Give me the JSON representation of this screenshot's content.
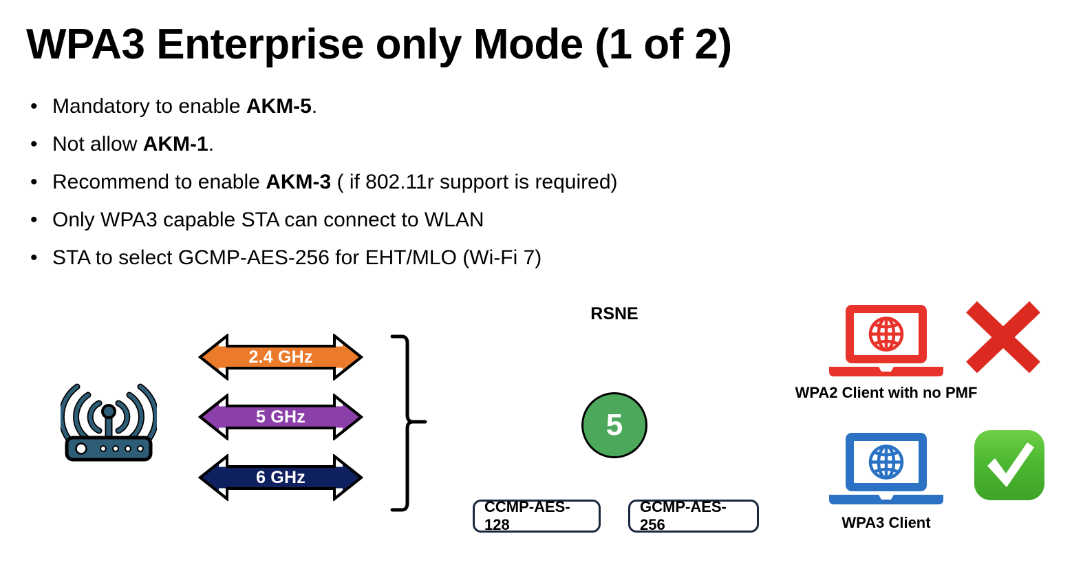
{
  "slide": {
    "title": "WPA3 Enterprise only Mode (1 of 2)",
    "bullet_marker": "•"
  },
  "bullets": [
    {
      "pre": "Mandatory to enable ",
      "strong": "AKM-5",
      "post": "."
    },
    {
      "pre": "Not allow ",
      "strong": "AKM-1",
      "post": "."
    },
    {
      "pre": "Recommend to enable ",
      "strong": "AKM-3",
      "post": " ( if 802.11r support is required)"
    },
    {
      "pre": "Only WPA3 capable STA can connect to WLAN",
      "strong": "",
      "post": ""
    },
    {
      "pre": "STA to select GCMP-AES-256 for EHT/MLO (Wi-Fi 7)",
      "strong": "",
      "post": ""
    }
  ],
  "diagram": {
    "router_icon": "wifi-router-icon",
    "router_color": "#2E5E77",
    "bands": [
      {
        "label": "2.4 GHz",
        "color": "#EB7B2B",
        "icon": "double-arrow-icon"
      },
      {
        "label": "5 GHz",
        "color": "#8B3FA8",
        "icon": "double-arrow-icon"
      },
      {
        "label": "6 GHz",
        "color": "#0E2060",
        "icon": "double-arrow-icon"
      }
    ],
    "brace_icon": "curly-brace-icon",
    "rsne": {
      "title": "RSNE",
      "akm_value": "5",
      "akm_circle_color": "#4CA85A",
      "ciphers": [
        {
          "label": "CCMP-AES-128"
        },
        {
          "label": "GCMP-AES-256"
        }
      ],
      "box_border_color": "#17283c"
    },
    "clients": [
      {
        "label": "WPA2 Client with no PMF",
        "laptop_icon": "laptop-globe-icon",
        "laptop_color": "#E8332A",
        "status_icon": "cross-mark-icon",
        "status_color": "#DC2A20",
        "allowed": "no"
      },
      {
        "label": "WPA3 Client",
        "laptop_icon": "laptop-globe-icon",
        "laptop_color": "#2B72C4",
        "status_icon": "check-mark-icon",
        "status_color": "#4CB832",
        "allowed": "yes"
      }
    ]
  }
}
